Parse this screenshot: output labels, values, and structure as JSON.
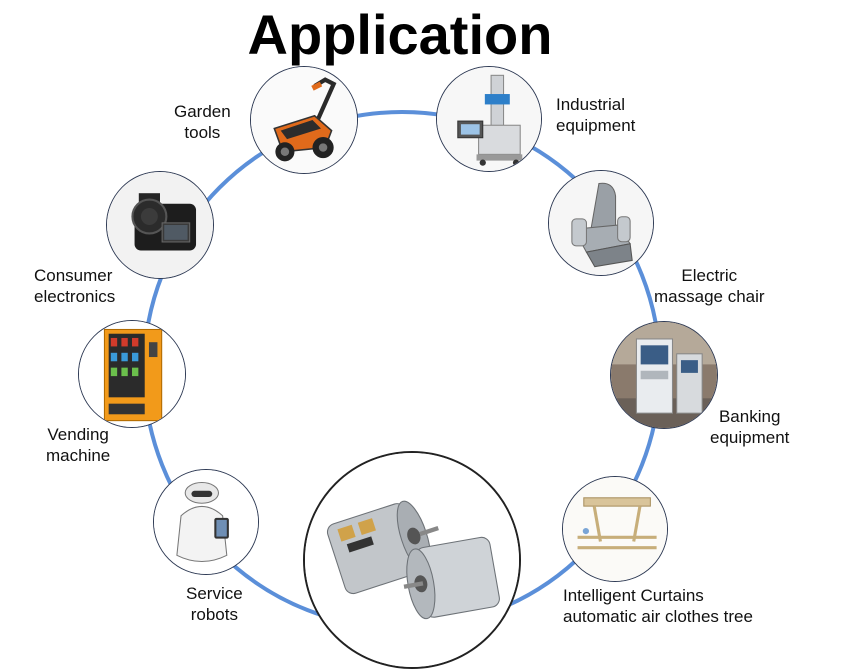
{
  "title": "Application",
  "ring_color": "#5b8fd9",
  "items": [
    {
      "id": "garden-tools",
      "line1": "Garden",
      "line2": "tools",
      "icon": "lawn-mower-icon"
    },
    {
      "id": "industrial-equipment",
      "line1": "Industrial",
      "line2": "equipment",
      "icon": "industrial-machine-icon"
    },
    {
      "id": "massage-chair",
      "line1": "Electric",
      "line2": "massage chair",
      "icon": "massage-chair-icon"
    },
    {
      "id": "banking-equipment",
      "line1": "Banking",
      "line2": "equipment",
      "icon": "atm-kiosk-icon"
    },
    {
      "id": "curtains-clothes-tree",
      "line1": "Intelligent Curtains",
      "line2": "automatic air clothes tree",
      "icon": "clothes-rack-icon"
    },
    {
      "id": "service-robots",
      "line1": "Service",
      "line2": "robots",
      "icon": "service-robot-icon"
    },
    {
      "id": "vending-machine",
      "line1": "Vending",
      "line2": "machine",
      "icon": "vending-machine-icon"
    },
    {
      "id": "consumer-electronics",
      "line1": "Consumer",
      "line2": "electronics",
      "icon": "camera-icon"
    }
  ],
  "center": {
    "icon": "dc-motor-icon"
  }
}
